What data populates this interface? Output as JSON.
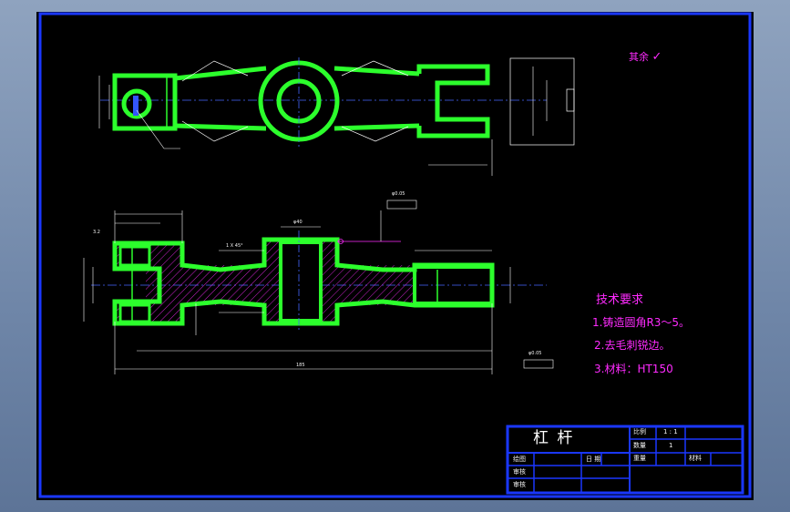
{
  "surface_note": {
    "label": "其余"
  },
  "tech_requirements": {
    "title": "技术要求",
    "items": [
      "1.铸造圆角R3～5。",
      "2.去毛刺锐边。",
      "3.材料：HT150"
    ]
  },
  "title_block": {
    "part_name": "杠  杆",
    "scale_label": "比例",
    "scale_value": "1 : 1",
    "quantity_label": "数量",
    "quantity_value": "1",
    "weight_label": "重量",
    "material_label": "材料",
    "drawn_label": "绘图",
    "date_label": "日 期",
    "check_label": "审核",
    "review_label": "审核"
  },
  "annotations": {
    "datum_a": "φ0.05",
    "datum_b": "φ0.05",
    "bore_dia": "φ40",
    "chamfer": "1 X 45°",
    "roughness": "3.2",
    "dim_overall": "185"
  },
  "colors": {
    "outline": "#2cff2c",
    "frame": "#1a37ff",
    "center": "#4466ff",
    "dimension": "#ffffff",
    "note": "#ff2bff",
    "hatch": "#ff2bff"
  }
}
